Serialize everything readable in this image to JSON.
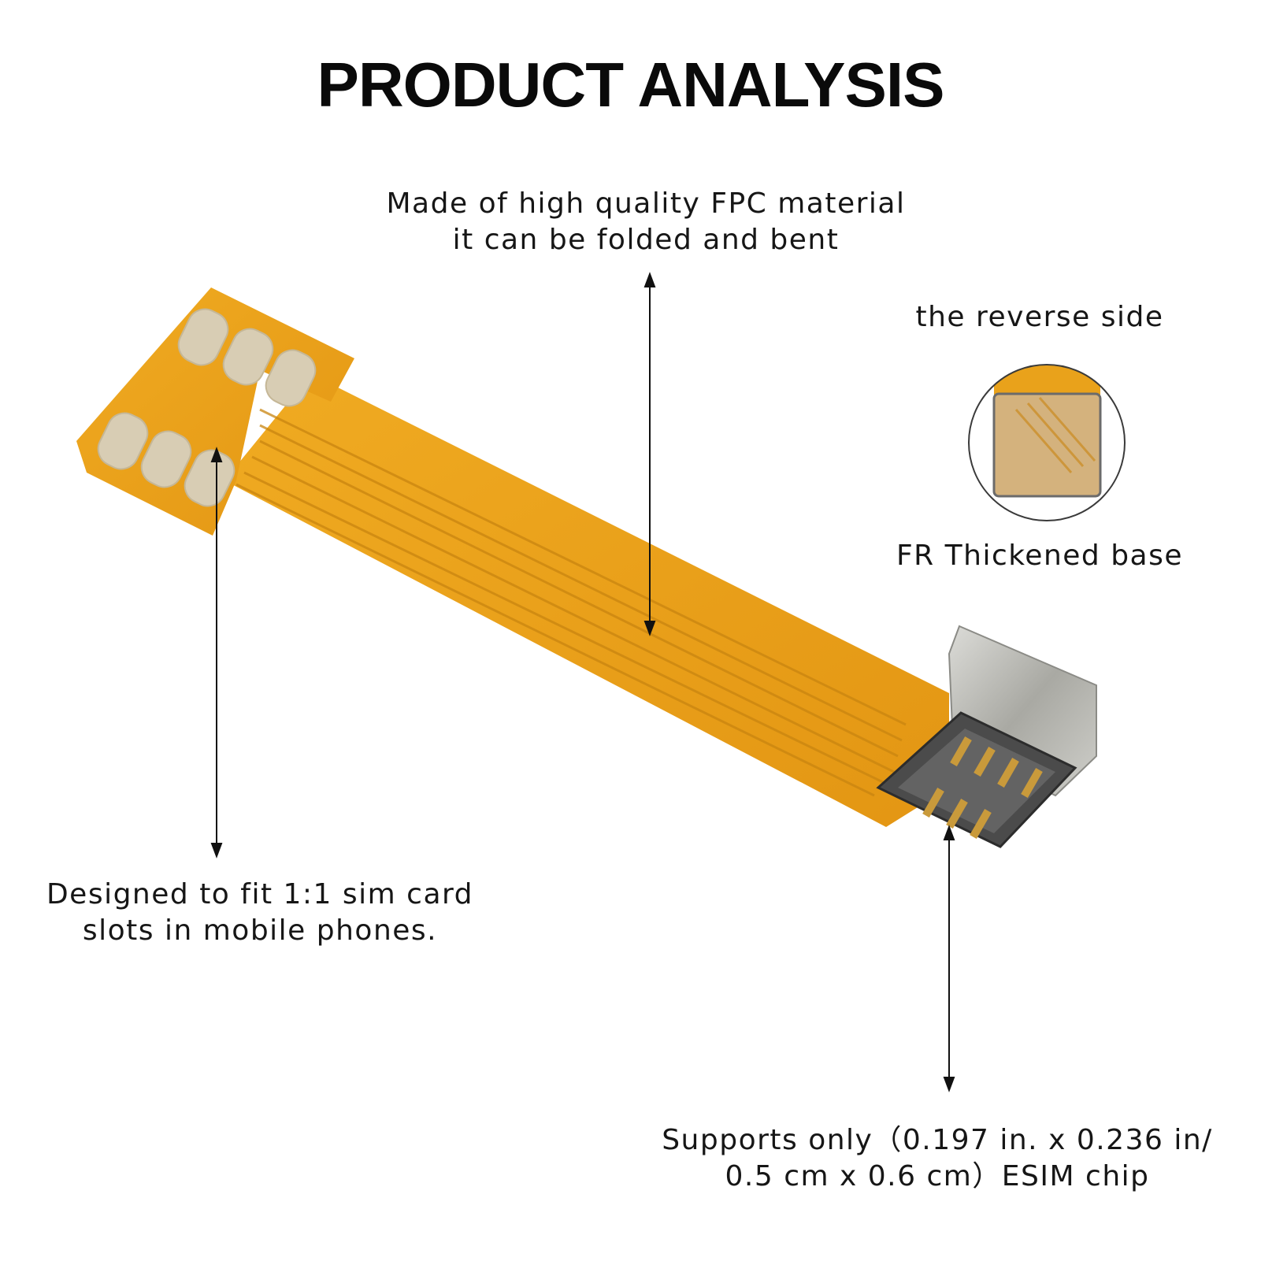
{
  "title": "PRODUCT ANALYSIS",
  "callouts": {
    "fpc": {
      "line1": "Made of high quality FPC material",
      "line2": "it can be folded and bent"
    },
    "reverse_side": "the reverse side",
    "fr_base": "FR Thickened base",
    "sim_fit": {
      "line1": "Designed to fit 1:1 sim card",
      "line2": "slots in mobile phones."
    },
    "esim": {
      "line1": "Supports only（0.197 in. x 0.236 in/",
      "line2": "0.5 cm x 0.6 cm）ESIM chip"
    }
  },
  "colors": {
    "fpc_orange": "#e9a21b",
    "pad_gold": "#d8cdb4",
    "trace": "#c98510",
    "metal": "#b9b9b4",
    "text": "#161616"
  }
}
